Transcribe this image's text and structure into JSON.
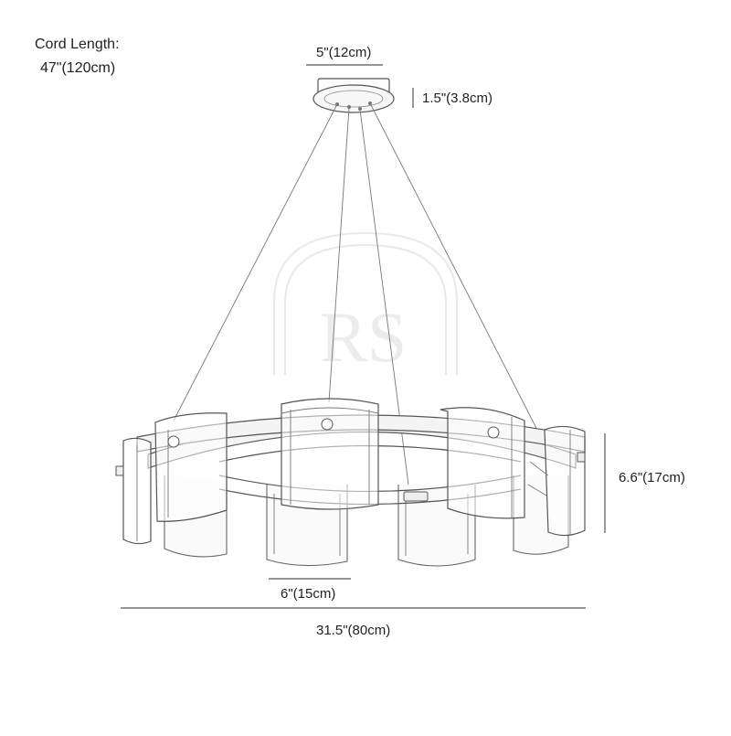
{
  "cord_length": {
    "label": "Cord Length:",
    "value": "47\"(120cm)"
  },
  "dimensions": {
    "canopy_width": "5\"(12cm)",
    "canopy_height": "1.5\"(3.8cm)",
    "fixture_height": "6.6\"(17cm)",
    "shade_width": "6\"(15cm)",
    "overall_width": "31.5\"(80cm)"
  },
  "watermark": {
    "monogram": "RS"
  },
  "colors": {
    "line": "#555555",
    "text": "#222222",
    "watermark": "#e9e9e9"
  }
}
